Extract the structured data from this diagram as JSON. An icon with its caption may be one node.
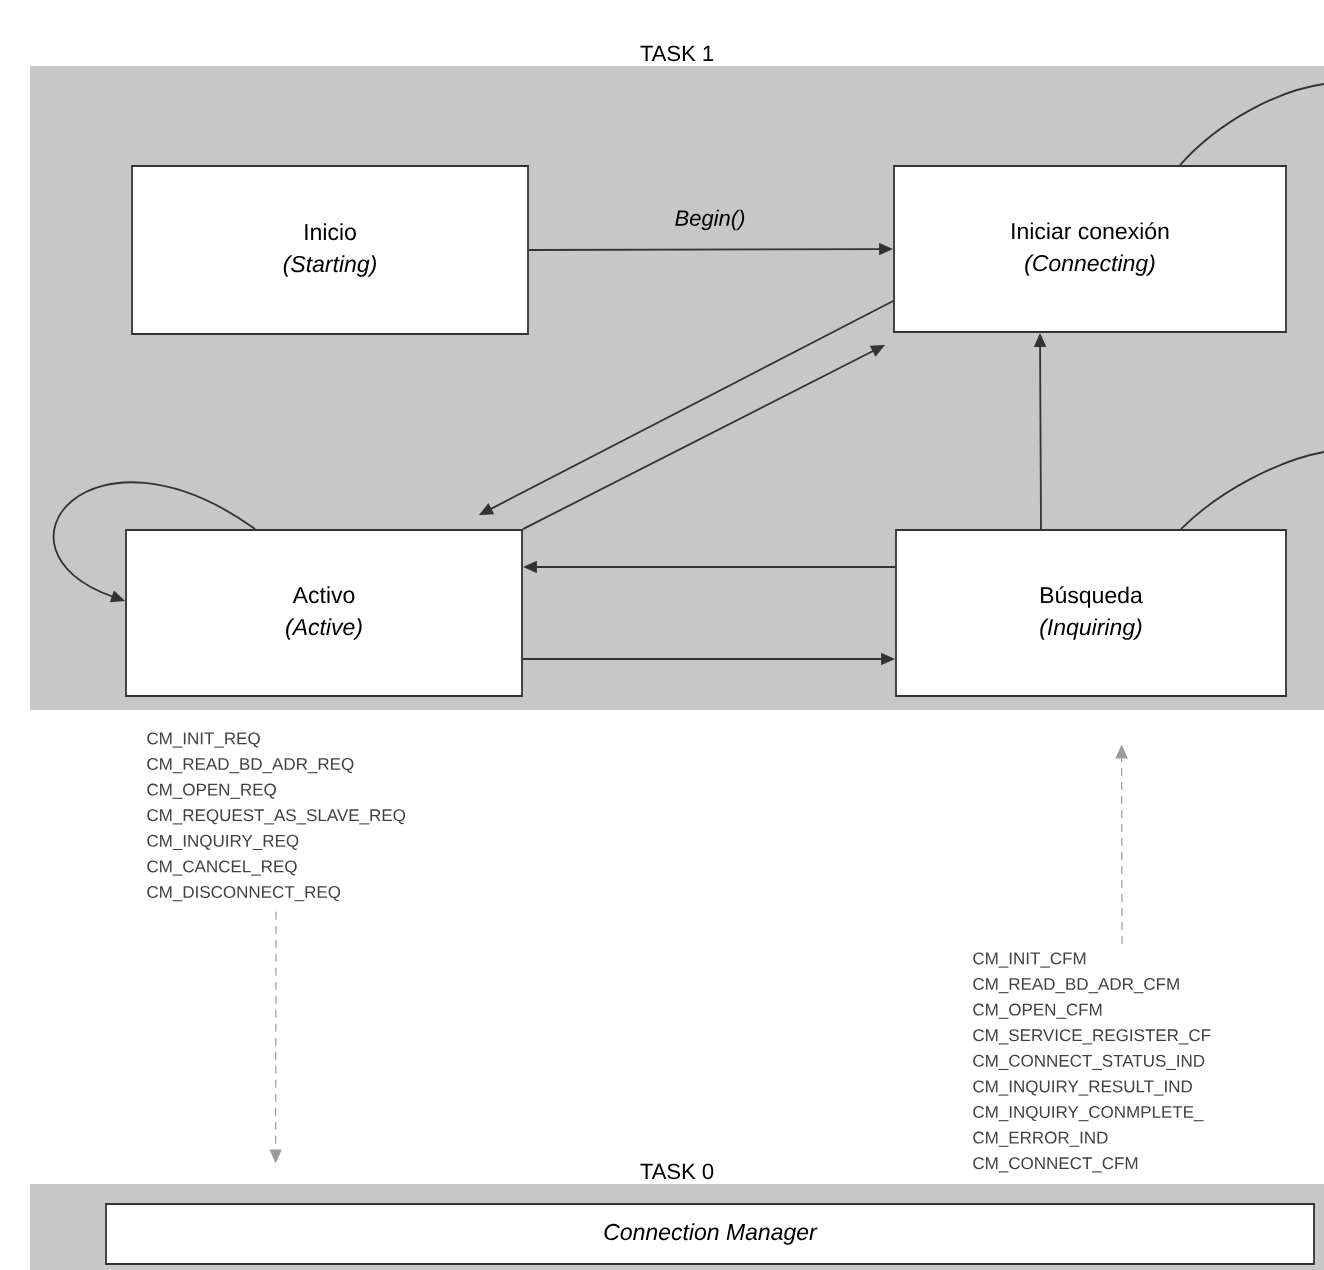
{
  "diagram": {
    "nodes": [
      {
        "text": [
          "TASK 1"
        ]
      },
      {
        "text": [
          "Inicio",
          "(Starting)"
        ],
        "in": 0
      },
      {
        "text": [
          "Iniciar conexión",
          "(Connecting)"
        ],
        "in": 0
      },
      {
        "text": [
          "Activo",
          "(Active)"
        ],
        "in": 0
      },
      {
        "text": [
          "Búsqueda",
          "(Inquiring)"
        ],
        "in": 0
      },
      {
        "text": [
          "TASK 0"
        ]
      },
      {
        "text": [
          "Connection Manager"
        ],
        "in": 5
      },
      {
        "text": [
          "CM_INIT_REQ",
          "CM_READ_BD_ADR_REQ",
          "CM_OPEN_REQ",
          "CM_REQUEST_AS_SLAVE_REQ",
          "CM_INQUIRY_REQ",
          "CM_CANCEL_REQ",
          "CM_DISCONNECT_REQ"
        ]
      },
      {
        "text": [
          "CM_INIT_CFM",
          "CM_READ_BD_ADR_CFM",
          "CM_OPEN_CFM",
          "CM_SERVICE_REGISTER_CF",
          "CM_CONNECT_STATUS_IND",
          "CM_INQUIRY_RESULT_IND",
          "CM_INQUIRY_CONMPLETE_",
          "CM_ERROR_IND",
          "CM_CONNECT_CFM"
        ]
      }
    ],
    "edges": [
      {
        "from": 1,
        "to": 2,
        "arrow": "to",
        "label": "Begin()"
      },
      {
        "from": 2,
        "to": 3,
        "arrow": "to"
      },
      {
        "from": 3,
        "to": 2,
        "arrow": "to"
      },
      {
        "from": 4,
        "to": 2,
        "arrow": "to"
      },
      {
        "from": 4,
        "to": 3,
        "arrow": "to"
      },
      {
        "from": 3,
        "to": 4,
        "arrow": "to"
      },
      {
        "from": 3,
        "to": 3,
        "arrow": "to"
      },
      {
        "from": 2,
        "to": null,
        "arrow": "none"
      },
      {
        "from": 4,
        "to": null,
        "arrow": "none"
      },
      {
        "from": 7,
        "to": 5,
        "arrow": "to",
        "style": "dashed",
        "color": "#9a9a9a"
      },
      {
        "from": 8,
        "to": 0,
        "arrow": "to",
        "style": "dashed",
        "color": "#9a9a9a"
      }
    ]
  }
}
